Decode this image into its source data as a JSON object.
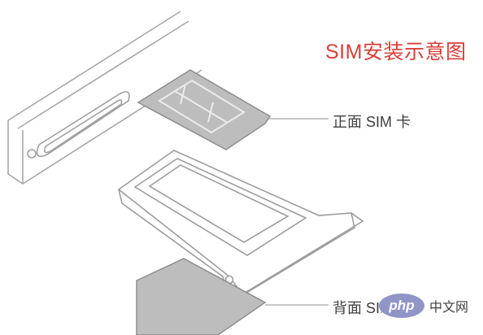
{
  "title": "SIM安装示意图",
  "labels": {
    "front": "正面 SIM 卡",
    "back": "背面 SIM 卡"
  },
  "watermark": {
    "logo": "php",
    "site": "中文网"
  },
  "colors": {
    "title": "#d8403a",
    "card_fill": "#bcbcbc",
    "card_stroke": "#8f8f8f",
    "line_art": "#9a9a9a",
    "label_text": "#3f3f3f",
    "watermark_logo": "#8f95c6"
  }
}
